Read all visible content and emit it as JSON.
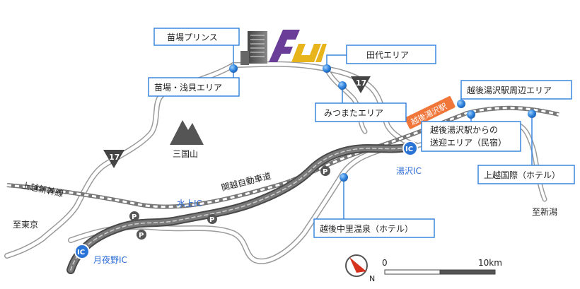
{
  "callouts": {
    "naeba_prince": "苗場プリンス",
    "naeba_asagai": "苗場・浅貝エリア",
    "tashiro": "田代エリア",
    "mitsumata": "みつまたエリア",
    "echigo_yuzawa_eki_area": "越後湯沢駅周辺エリア",
    "transfer_line1": "越後湯沢駅からの",
    "transfer_line2": "送迎エリア（民宿）",
    "joetsu_kokusai": "上越国際（ホテル）",
    "echigo_nakazato": "越後中里温泉（ホテル）"
  },
  "labels": {
    "joetsu_shinkansen": "上越新幹線",
    "kanetsu_expressway": "関越自動車道",
    "mikuniyama": "三国山",
    "minakami_ic": "水上IC",
    "yuzawa_ic": "湯沢IC",
    "tsukiyono_ic": "月夜野IC",
    "to_tokyo": "至東京",
    "to_niigata": "至新潟",
    "station_banner": "越後湯沢駅"
  },
  "badges": {
    "ic": "IC",
    "route_17": "17",
    "parking": "P"
  },
  "scale": {
    "start": "0",
    "end": "10km"
  },
  "compass": {
    "north": "N"
  },
  "colors": {
    "callout_border": "#3b86e0",
    "pin": "#2f82dc",
    "ic_badge": "#2a74d6",
    "station_banner": "#f0763a",
    "road_dark": "#6e6e6e",
    "compass_red": "#d6321e",
    "logo_purple": "#6a3d98",
    "logo_gold": "#e8b41c"
  }
}
